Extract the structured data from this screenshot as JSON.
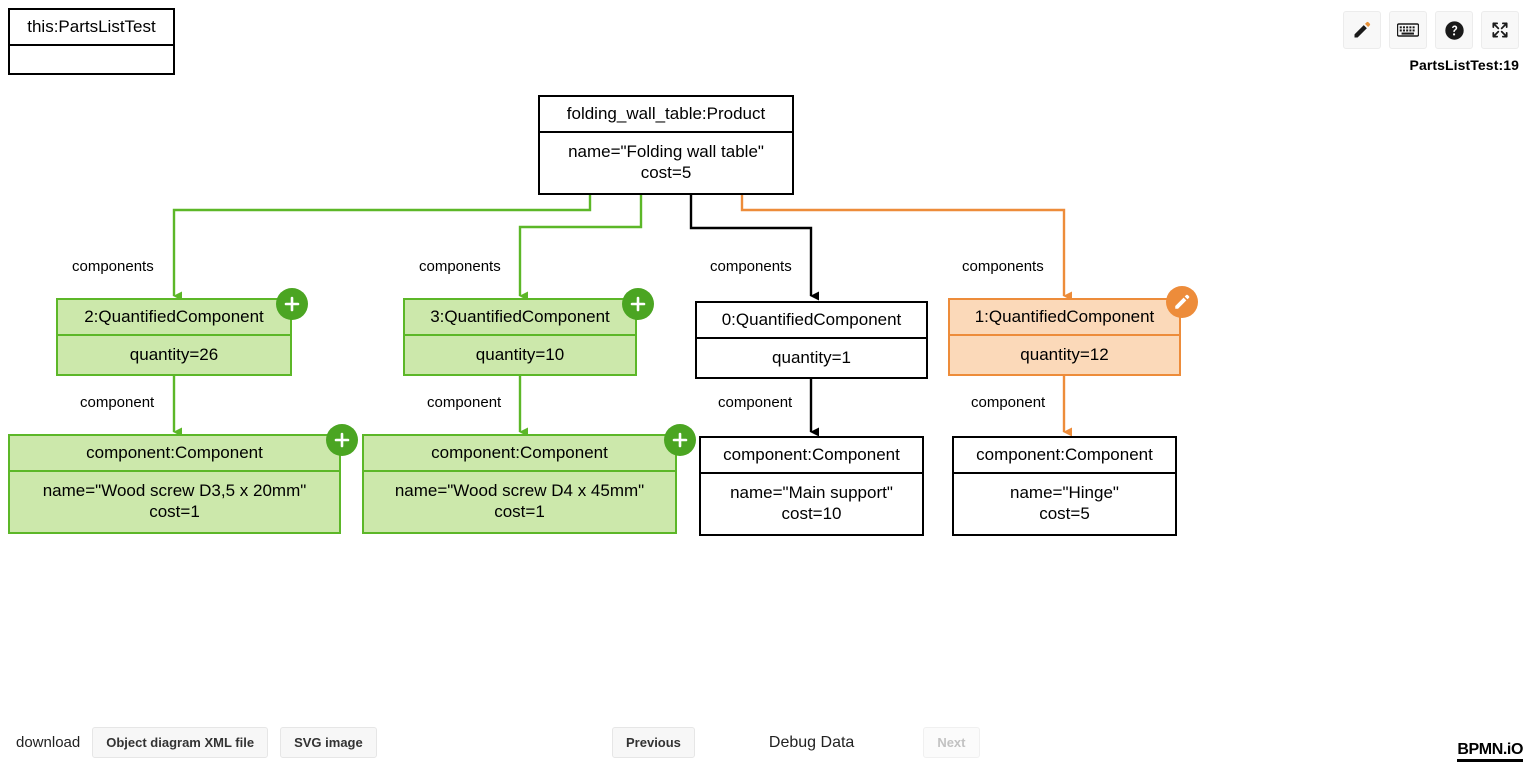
{
  "header": {
    "version_label": "PartsListTest:19",
    "tools": [
      {
        "name": "edit-pencil-icon",
        "title": "Edit"
      },
      {
        "name": "keyboard-icon",
        "title": "Keyboard shortcuts"
      },
      {
        "name": "help-icon",
        "title": "Help"
      },
      {
        "name": "fullscreen-icon",
        "title": "Fullscreen"
      }
    ]
  },
  "diagram": {
    "context_node": {
      "title": "this:PartsListTest",
      "body": ""
    },
    "root_node": {
      "title": "folding_wall_table:Product",
      "body": "name=\"Folding wall table\"\ncost=5"
    },
    "quantified": [
      {
        "title": "2:QuantifiedComponent",
        "body": "quantity=26",
        "state": "added",
        "badge": "add",
        "edge_label": "components"
      },
      {
        "title": "3:QuantifiedComponent",
        "body": "quantity=10",
        "state": "added",
        "badge": "add",
        "edge_label": "components"
      },
      {
        "title": "0:QuantifiedComponent",
        "body": "quantity=1",
        "state": "normal",
        "badge": "",
        "edge_label": "components"
      },
      {
        "title": "1:QuantifiedComponent",
        "body": "quantity=12",
        "state": "changed",
        "badge": "edit",
        "edge_label": "components"
      }
    ],
    "components": [
      {
        "title": "component:Component",
        "body": "name=\"Wood screw D3,5 x 20mm\"\ncost=1",
        "state": "added",
        "badge": "add",
        "edge_label": "component"
      },
      {
        "title": "component:Component",
        "body": "name=\"Wood screw D4 x 45mm\"\ncost=1",
        "state": "added",
        "badge": "add",
        "edge_label": "component"
      },
      {
        "title": "component:Component",
        "body": "name=\"Main support\"\ncost=10",
        "state": "normal",
        "badge": "",
        "edge_label": "component"
      },
      {
        "title": "component:Component",
        "body": "name=\"Hinge\"\ncost=5",
        "state": "normal",
        "badge": "",
        "edge_label": "component"
      }
    ]
  },
  "footer": {
    "download_label": "download",
    "xml_button": "Object diagram XML file",
    "svg_button": "SVG image",
    "previous_button": "Previous",
    "debug_label": "Debug Data",
    "next_button": "Next",
    "logo": "BPMN.iO"
  },
  "colors": {
    "added_fill": "#cce8ab",
    "added_stroke": "#5cb728",
    "changed_fill": "#fbd9b9",
    "changed_stroke": "#ed8c3a",
    "default_stroke": "#000000",
    "badge_add": "#4ba522",
    "badge_edit": "#ed8c3a"
  }
}
